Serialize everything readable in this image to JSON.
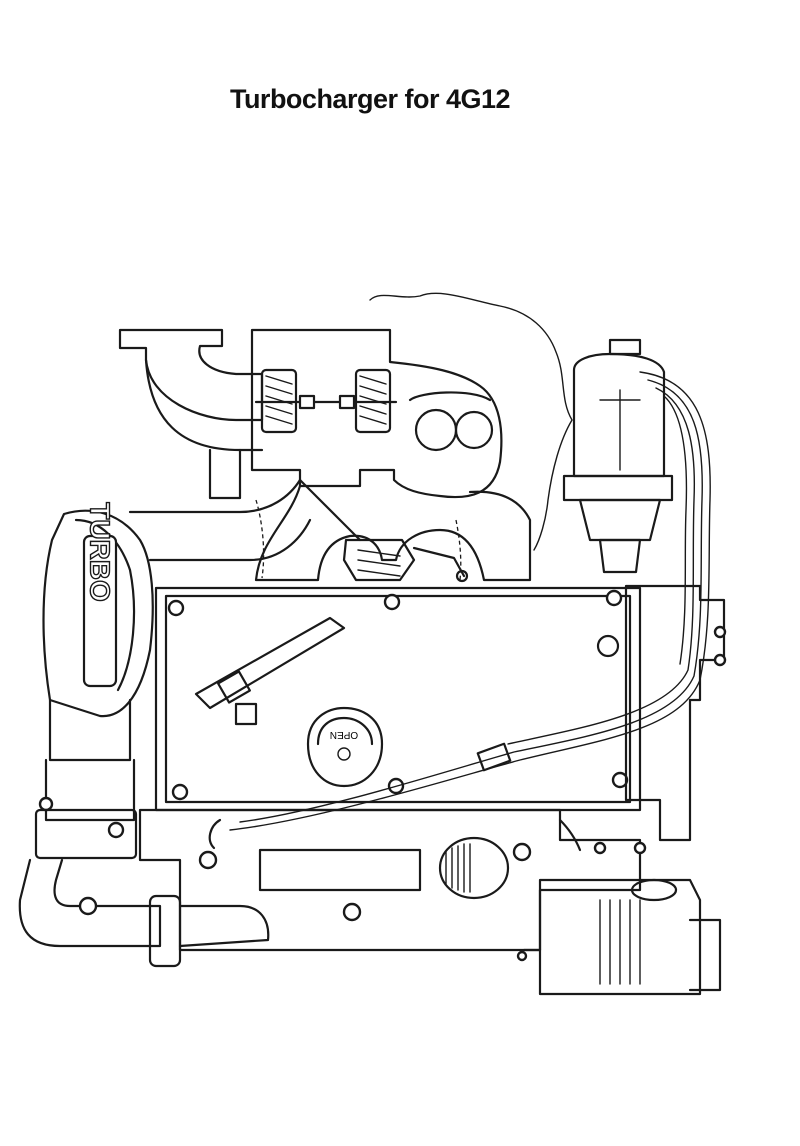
{
  "title": "Turbocharger for 4G12",
  "labels": {
    "turbo_pipe": "TURBO",
    "oil_cap": "OPEN"
  },
  "icons": [
    "turbocharger-icon",
    "engine-block-icon",
    "distributor-icon",
    "alternator-icon",
    "oil-filler-cap-icon"
  ]
}
